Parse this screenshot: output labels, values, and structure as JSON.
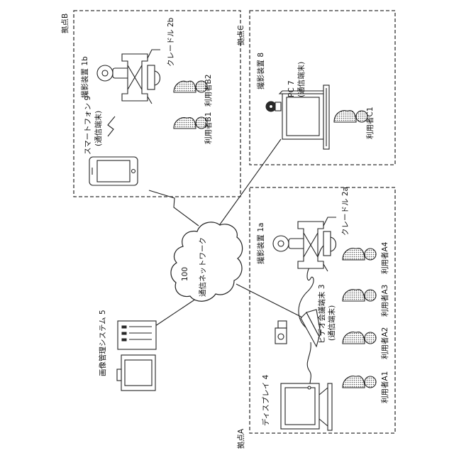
{
  "sites": {
    "a": {
      "label": "拠点A"
    },
    "b": {
      "label": "拠点B"
    },
    "c": {
      "label": "拠点C"
    }
  },
  "network": {
    "label": "通信ネットワーク",
    "ref": "100"
  },
  "image_management": {
    "label": "画像管理システム 5"
  },
  "site_a": {
    "camera": "撮影装置 1a",
    "cradle": "クレードル 2a",
    "video_terminal": "ビデオ会議端末 3",
    "video_terminal_sub": "(通信端末)",
    "display": "ディスプレイ 4",
    "users": [
      "利用者A1",
      "利用者A2",
      "利用者A3",
      "利用者A4"
    ]
  },
  "site_b": {
    "camera": "撮影装置 1b",
    "cradle": "クレードル 2b",
    "smartphone": "スマートフォン 9",
    "smartphone_sub": "(通信端末)",
    "users": [
      "利用者B1",
      "利用者B2"
    ]
  },
  "site_c": {
    "camera": "撮影装置 8",
    "pc": "PC 7",
    "pc_sub": "(通信端末)",
    "users": [
      "利用者C1"
    ]
  },
  "icons": [
    "camera-icon",
    "cradle-icon",
    "smartphone-icon",
    "laptop-icon",
    "server-icon",
    "monitor-icon",
    "display-icon",
    "video-terminal-icon",
    "cloud-icon",
    "person-icon"
  ]
}
